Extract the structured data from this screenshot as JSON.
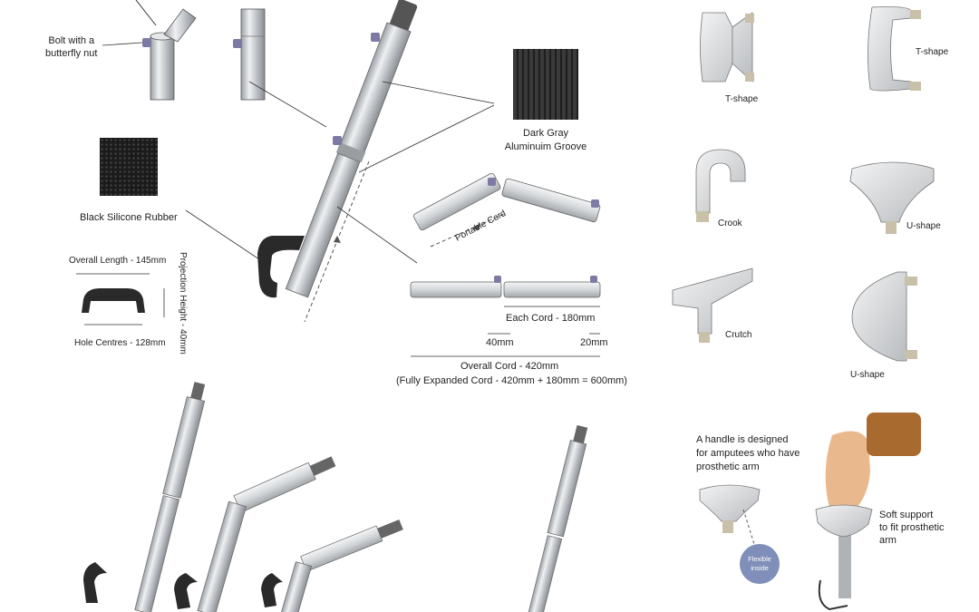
{
  "labels": {
    "bolt": "Bolt with a\nbutterfly nut",
    "dark_gray": "Dark Gray",
    "aluminium_groove": "Aluminuim Groove",
    "black_rubber": "Black Silicone Rubber",
    "overall_length": "Overall Length - 145mm",
    "projection_height": "Projection Height - 40mm",
    "hole_centres": "Hole Centres - 128mm",
    "portable_cord": "Portable Cord",
    "each_cord": "Each Cord - 180mm",
    "mm40": "40mm",
    "mm20": "20mm",
    "overall_cord": "Overall Cord - 420mm",
    "fully_expanded": "(Fully Expanded Cord - 420mm + 180mm = 600mm)",
    "tshape1": "T-shape",
    "tshape2": "T-shape",
    "crook": "Crook",
    "ushape1": "U-shape",
    "crutch": "Crutch",
    "ushape2": "U-shape",
    "amputee_note": "A handle is designed\nfor amputees who have\nprosthetic arm",
    "flexible": "Flexible\ninside",
    "soft_support": "Soft support\nto fit prosthetic\narm"
  },
  "colors": {
    "metal": "#c9cccf",
    "metal_dark": "#8d9196",
    "rubber": "#2a2a2a",
    "bolt": "#7e7aa6",
    "badge": "#7f8fb9",
    "skin": "#e9b98d",
    "leather": "#a86a2e"
  }
}
